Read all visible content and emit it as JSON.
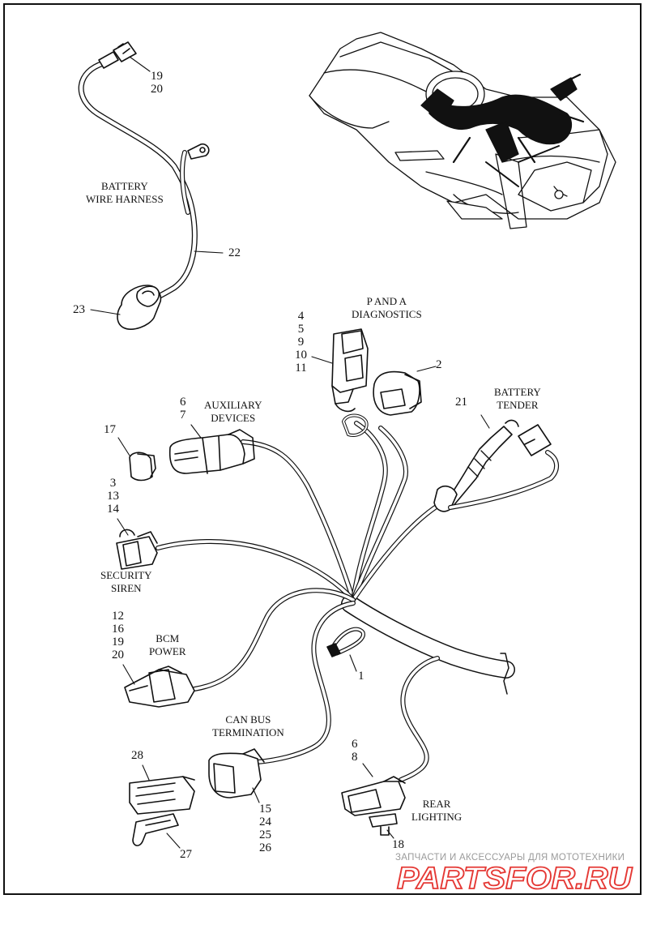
{
  "captions": {
    "battery_harness": [
      "BATTERY",
      "WIRE HARNESS"
    ],
    "p_and_a": [
      "P AND A",
      "DIAGNOSTICS"
    ],
    "auxiliary": [
      "AUXILIARY",
      "DEVICES"
    ],
    "battery_tender": [
      "BATTERY",
      "TENDER"
    ],
    "security_siren": [
      "SECURITY",
      "SIREN"
    ],
    "bcm_power": [
      "BCM",
      "POWER"
    ],
    "can_bus": [
      "CAN BUS",
      "TERMINATION"
    ],
    "rear_lighting": [
      "REAR",
      "LIGHTING"
    ]
  },
  "callouts": {
    "c19_20_top": [
      "19",
      "20"
    ],
    "c22": [
      "22"
    ],
    "c23": [
      "23"
    ],
    "c4_11": [
      "4",
      "5",
      "9",
      "10",
      "11"
    ],
    "c2": [
      "2"
    ],
    "c21": [
      "21"
    ],
    "c6_7": [
      "6",
      "7"
    ],
    "c17": [
      "17"
    ],
    "c3_14": [
      "3",
      "13",
      "14"
    ],
    "c12_20": [
      "12",
      "16",
      "19",
      "20"
    ],
    "c1": [
      "1"
    ],
    "c28": [
      "28"
    ],
    "c27": [
      "27"
    ],
    "c15_26": [
      "15",
      "24",
      "25",
      "26"
    ],
    "c6_8": [
      "6",
      "8"
    ],
    "c18": [
      "18"
    ]
  },
  "watermark": {
    "tagline": "ЗАПЧАСТИ И АКСЕССУАРЫ ДЛЯ МОТОТЕХНИКИ",
    "brand": "PARTSFOR.RU",
    "brand_color": "#e53935"
  }
}
